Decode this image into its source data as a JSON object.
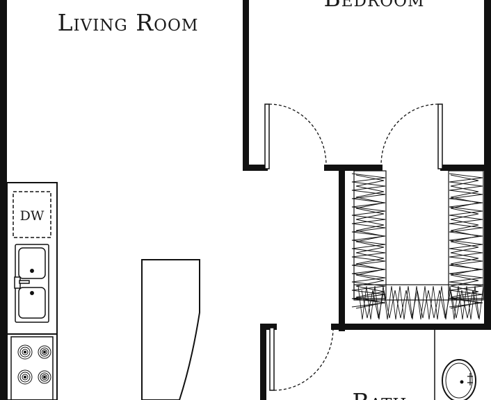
{
  "rooms": {
    "living_room": "Living Room",
    "bedroom": "Bedroom",
    "bath": "Bath"
  },
  "fixtures": {
    "dishwasher": "DW"
  }
}
